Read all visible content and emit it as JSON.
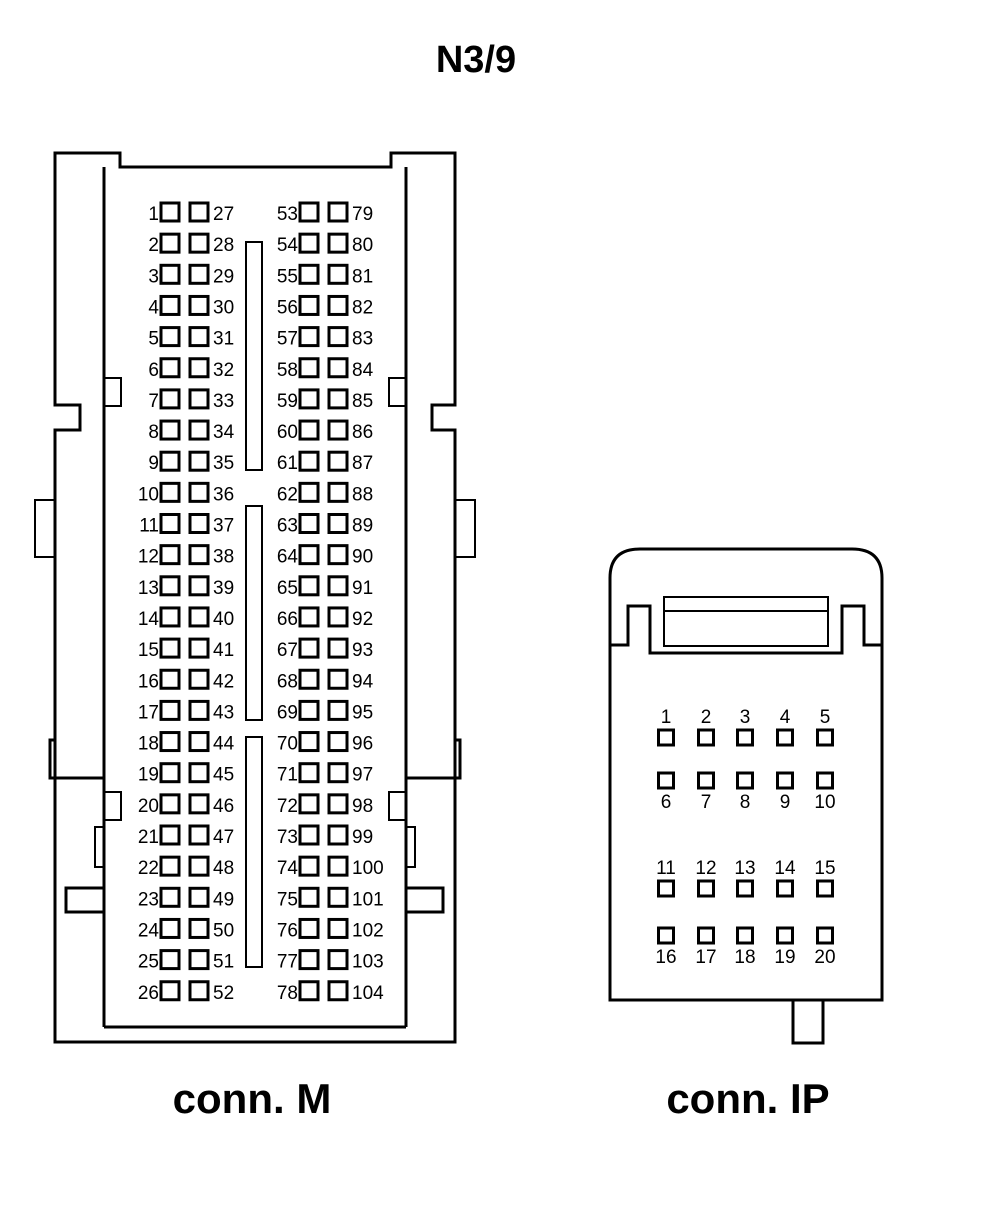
{
  "title": "N3/9",
  "connectors": {
    "m": {
      "label": "conn. M",
      "columns": [
        [
          "1",
          "2",
          "3",
          "4",
          "5",
          "6",
          "7",
          "8",
          "9",
          "10",
          "11",
          "12",
          "13",
          "14",
          "15",
          "16",
          "17",
          "18",
          "19",
          "20",
          "21",
          "22",
          "23",
          "24",
          "25",
          "26"
        ],
        [
          "27",
          "28",
          "29",
          "30",
          "31",
          "32",
          "33",
          "34",
          "35",
          "36",
          "37",
          "38",
          "39",
          "40",
          "41",
          "42",
          "43",
          "44",
          "45",
          "46",
          "47",
          "48",
          "49",
          "50",
          "51",
          "52"
        ],
        [
          "53",
          "54",
          "55",
          "56",
          "57",
          "58",
          "59",
          "60",
          "61",
          "62",
          "63",
          "64",
          "65",
          "66",
          "67",
          "68",
          "69",
          "70",
          "71",
          "72",
          "73",
          "74",
          "75",
          "76",
          "77",
          "78"
        ],
        [
          "79",
          "80",
          "81",
          "82",
          "83",
          "84",
          "85",
          "86",
          "87",
          "88",
          "89",
          "90",
          "91",
          "92",
          "93",
          "94",
          "95",
          "96",
          "97",
          "98",
          "99",
          "100",
          "101",
          "102",
          "103",
          "104"
        ]
      ]
    },
    "ip": {
      "label": "conn. IP",
      "rows": [
        [
          "1",
          "2",
          "3",
          "4",
          "5"
        ],
        [
          "6",
          "7",
          "8",
          "9",
          "10"
        ],
        [
          "11",
          "12",
          "13",
          "14",
          "15"
        ],
        [
          "16",
          "17",
          "18",
          "19",
          "20"
        ]
      ]
    }
  }
}
